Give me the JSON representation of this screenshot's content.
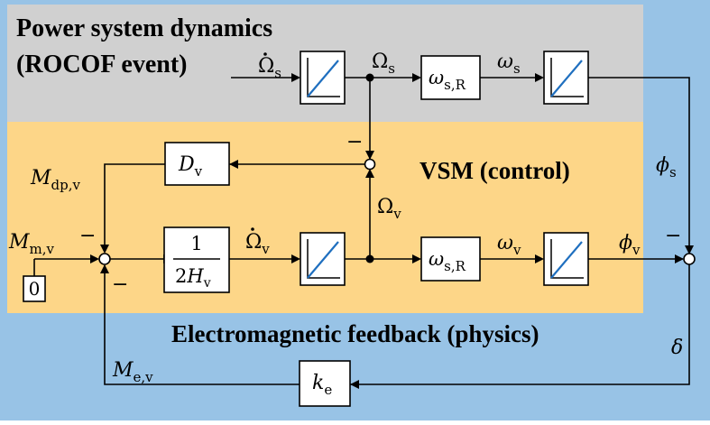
{
  "regions": {
    "power_system": {
      "title_line1": "Power system dynamics",
      "title_line2": "(ROCOF event)",
      "color": "#d0d0d0"
    },
    "vsm": {
      "title": "VSM (control)",
      "color": "#fdd688"
    },
    "electromagnetic": {
      "title": "Electromagnetic feedback (physics)",
      "color": "#98c3e6"
    }
  },
  "blocks": {
    "omega_sR_top": {
      "sym": "ω",
      "sub": "s,R"
    },
    "omega_sR_bottom": {
      "sym": "ω",
      "sub": "s,R"
    },
    "damping": {
      "sym": "D",
      "sub": "v"
    },
    "inertia": {
      "num": "1",
      "den_pre": "2",
      "den_sym": "H",
      "den_sub": "v"
    },
    "gain_ke": {
      "sym": "k",
      "sub": "e"
    },
    "zero": {
      "text": "0"
    },
    "integrator_icon": "integrator-ramp-icon"
  },
  "signals": {
    "omega_dot_s": {
      "sym": "Ω",
      "sub": "s"
    },
    "Omega_s": {
      "sym": "Ω",
      "sub": "s"
    },
    "omega_s": {
      "sym": "ω",
      "sub": "s"
    },
    "phi_s": {
      "sym": "ϕ",
      "sub": "s"
    },
    "M_dp": {
      "sym": "M",
      "sub": "dp,v"
    },
    "M_m": {
      "sym": "M",
      "sub": "m,v"
    },
    "Omega_v_dot": {
      "sym": "Ω",
      "sub": "v"
    },
    "Omega_v": {
      "sym": "Ω",
      "sub": "v"
    },
    "omega_v": {
      "sym": "ω",
      "sub": "v"
    },
    "phi_v": {
      "sym": "ϕ",
      "sub": "v"
    },
    "delta": {
      "sym": "δ"
    },
    "M_e": {
      "sym": "M",
      "sub": "e,v"
    }
  },
  "signs": {
    "minus": "−"
  }
}
